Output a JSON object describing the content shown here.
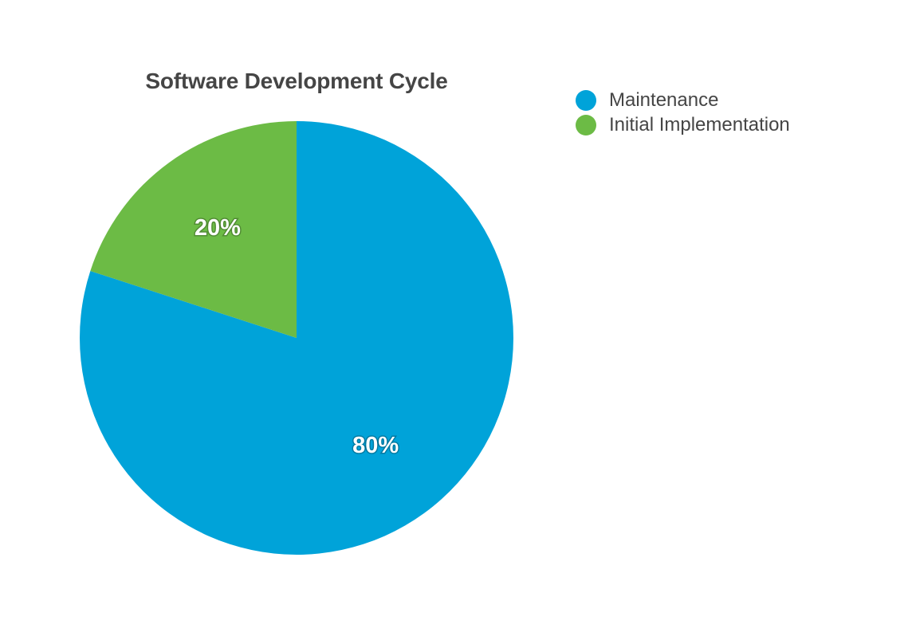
{
  "chart_data": {
    "type": "pie",
    "title": "Software Development Cycle",
    "legend_position": "top-right",
    "slices": [
      {
        "name": "Maintenance",
        "value": 80,
        "label": "80%",
        "color": "#00a3d9"
      },
      {
        "name": "Initial Implementation",
        "value": 20,
        "label": "20%",
        "color": "#6cbb45"
      }
    ]
  }
}
